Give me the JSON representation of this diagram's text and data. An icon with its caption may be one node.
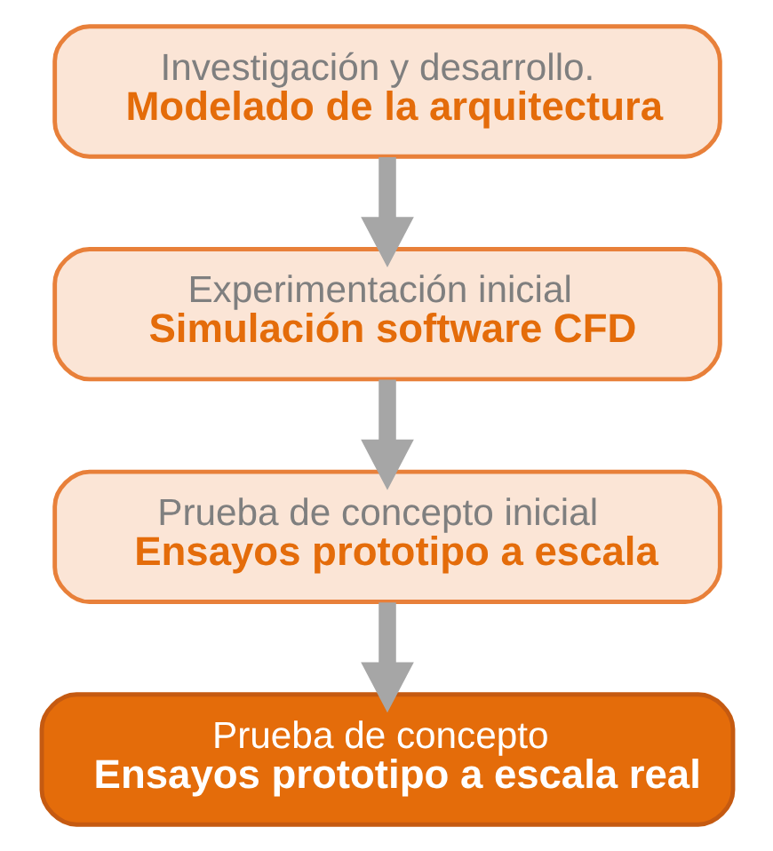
{
  "diagram": {
    "nodes": [
      {
        "text": [
          "Investigación y desarrollo.",
          "Modelado de la arquitectura"
        ]
      },
      {
        "text": [
          "Experimentación inicial",
          "Simulación software CFD"
        ]
      },
      {
        "text": [
          "Prueba de concepto inicial",
          "Ensayos prototipo a escala"
        ]
      },
      {
        "text": [
          "Prueba de concepto",
          "Ensayos prototipo a escala real"
        ]
      }
    ],
    "edges": [
      {
        "from": 0,
        "to": 1,
        "arrow": "to"
      },
      {
        "from": 1,
        "to": 2,
        "arrow": "to"
      },
      {
        "from": 2,
        "to": 3,
        "arrow": "to"
      }
    ]
  }
}
